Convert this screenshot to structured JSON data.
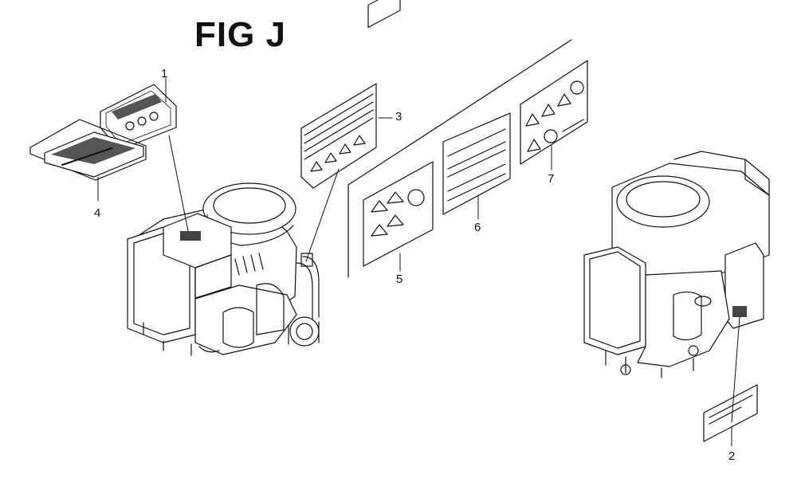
{
  "figure": {
    "title": "FIG J"
  },
  "callouts": [
    {
      "id": "1",
      "label": "1"
    },
    {
      "id": "2",
      "label": "2"
    },
    {
      "id": "3",
      "label": "3"
    },
    {
      "id": "4",
      "label": "4"
    },
    {
      "id": "5",
      "label": "5"
    },
    {
      "id": "6",
      "label": "6"
    },
    {
      "id": "7",
      "label": "7"
    }
  ],
  "colors": {
    "line": "#111111",
    "background": "#ffffff",
    "shade": "#555555"
  }
}
